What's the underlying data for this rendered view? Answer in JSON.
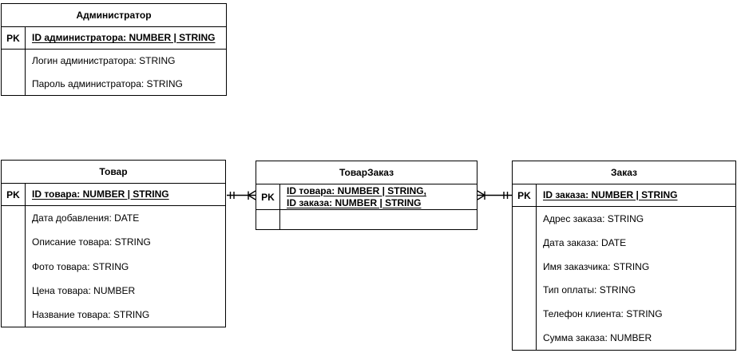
{
  "diagram": {
    "colors": {
      "border": "#000000",
      "background": "#ffffff",
      "text": "#000000"
    },
    "entities": [
      {
        "name": "Администратор",
        "pk_label": "PK",
        "pk": "ID администратора: NUMBER | STRING",
        "attributes": [
          "Логин администратора: STRING",
          "Пароль администратора: STRING"
        ]
      },
      {
        "name": "Товар",
        "pk_label": "PK",
        "pk": "ID товара: NUMBER | STRING",
        "attributes": [
          "Дата добавления: DATE",
          "Описание товара: STRING",
          "Фото товара: STRING",
          "Цена товара: NUMBER",
          "Название товара: STRING"
        ]
      },
      {
        "name": "ТоварЗаказ",
        "pk_label": "PK",
        "pk_lines": [
          "ID товара: NUMBER | STRING,",
          "ID заказа: NUMBER | STRING"
        ],
        "attributes": []
      },
      {
        "name": "Заказ",
        "pk_label": "PK",
        "pk": "ID заказа: NUMBER | STRING",
        "attributes": [
          "Адрес заказа: STRING",
          "Дата заказа: DATE",
          "Имя заказчика: STRING",
          "Тип оплаты: STRING",
          "Телефон клиента: STRING",
          "Сумма заказа: NUMBER"
        ]
      }
    ],
    "relationships": [
      {
        "from": "Товар",
        "to": "ТоварЗаказ",
        "from_cardinality": "exactly-one",
        "to_cardinality": "many"
      },
      {
        "from": "Заказ",
        "to": "ТоварЗаказ",
        "from_cardinality": "exactly-one",
        "to_cardinality": "many"
      }
    ]
  }
}
